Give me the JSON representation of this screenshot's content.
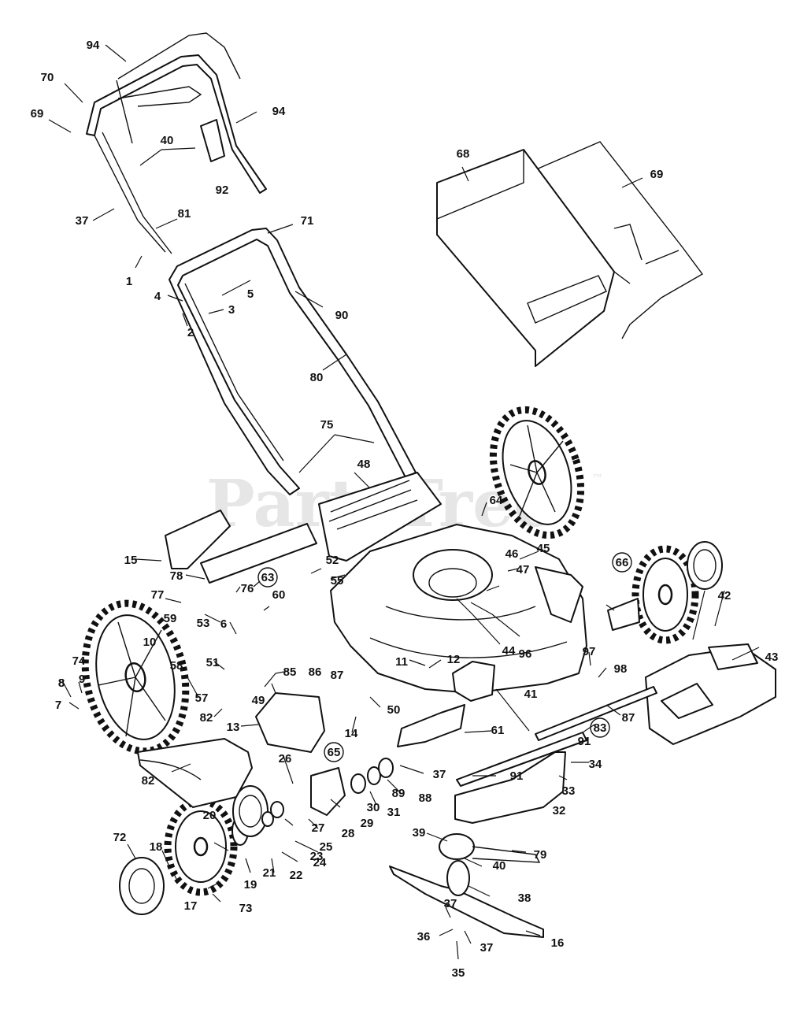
{
  "diagram": {
    "watermark": "PartsTree",
    "watermark_tm": "™",
    "accent_color": "#111111",
    "callouts": [
      "1",
      "2",
      "3",
      "4",
      "5",
      "6",
      "7",
      "8",
      "9",
      "10",
      "11",
      "12",
      "13",
      "14",
      "15",
      "16",
      "17",
      "18",
      "19",
      "20",
      "21",
      "22",
      "23",
      "24",
      "25",
      "26",
      "27",
      "28",
      "29",
      "30",
      "31",
      "32",
      "33",
      "34",
      "35",
      "36",
      "37",
      "38",
      "39",
      "40",
      "41",
      "42",
      "43",
      "44",
      "45",
      "46",
      "47",
      "48",
      "49",
      "50",
      "51",
      "52",
      "53",
      "55",
      "57",
      "58",
      "59",
      "60",
      "61",
      "63",
      "64",
      "65",
      "66",
      "68",
      "69",
      "70",
      "71",
      "72",
      "73",
      "74",
      "75",
      "76",
      "77",
      "78",
      "79",
      "80",
      "81",
      "82",
      "83",
      "85",
      "86",
      "87",
      "88",
      "89",
      "90",
      "91",
      "92",
      "94",
      "96",
      "97",
      "98"
    ]
  }
}
